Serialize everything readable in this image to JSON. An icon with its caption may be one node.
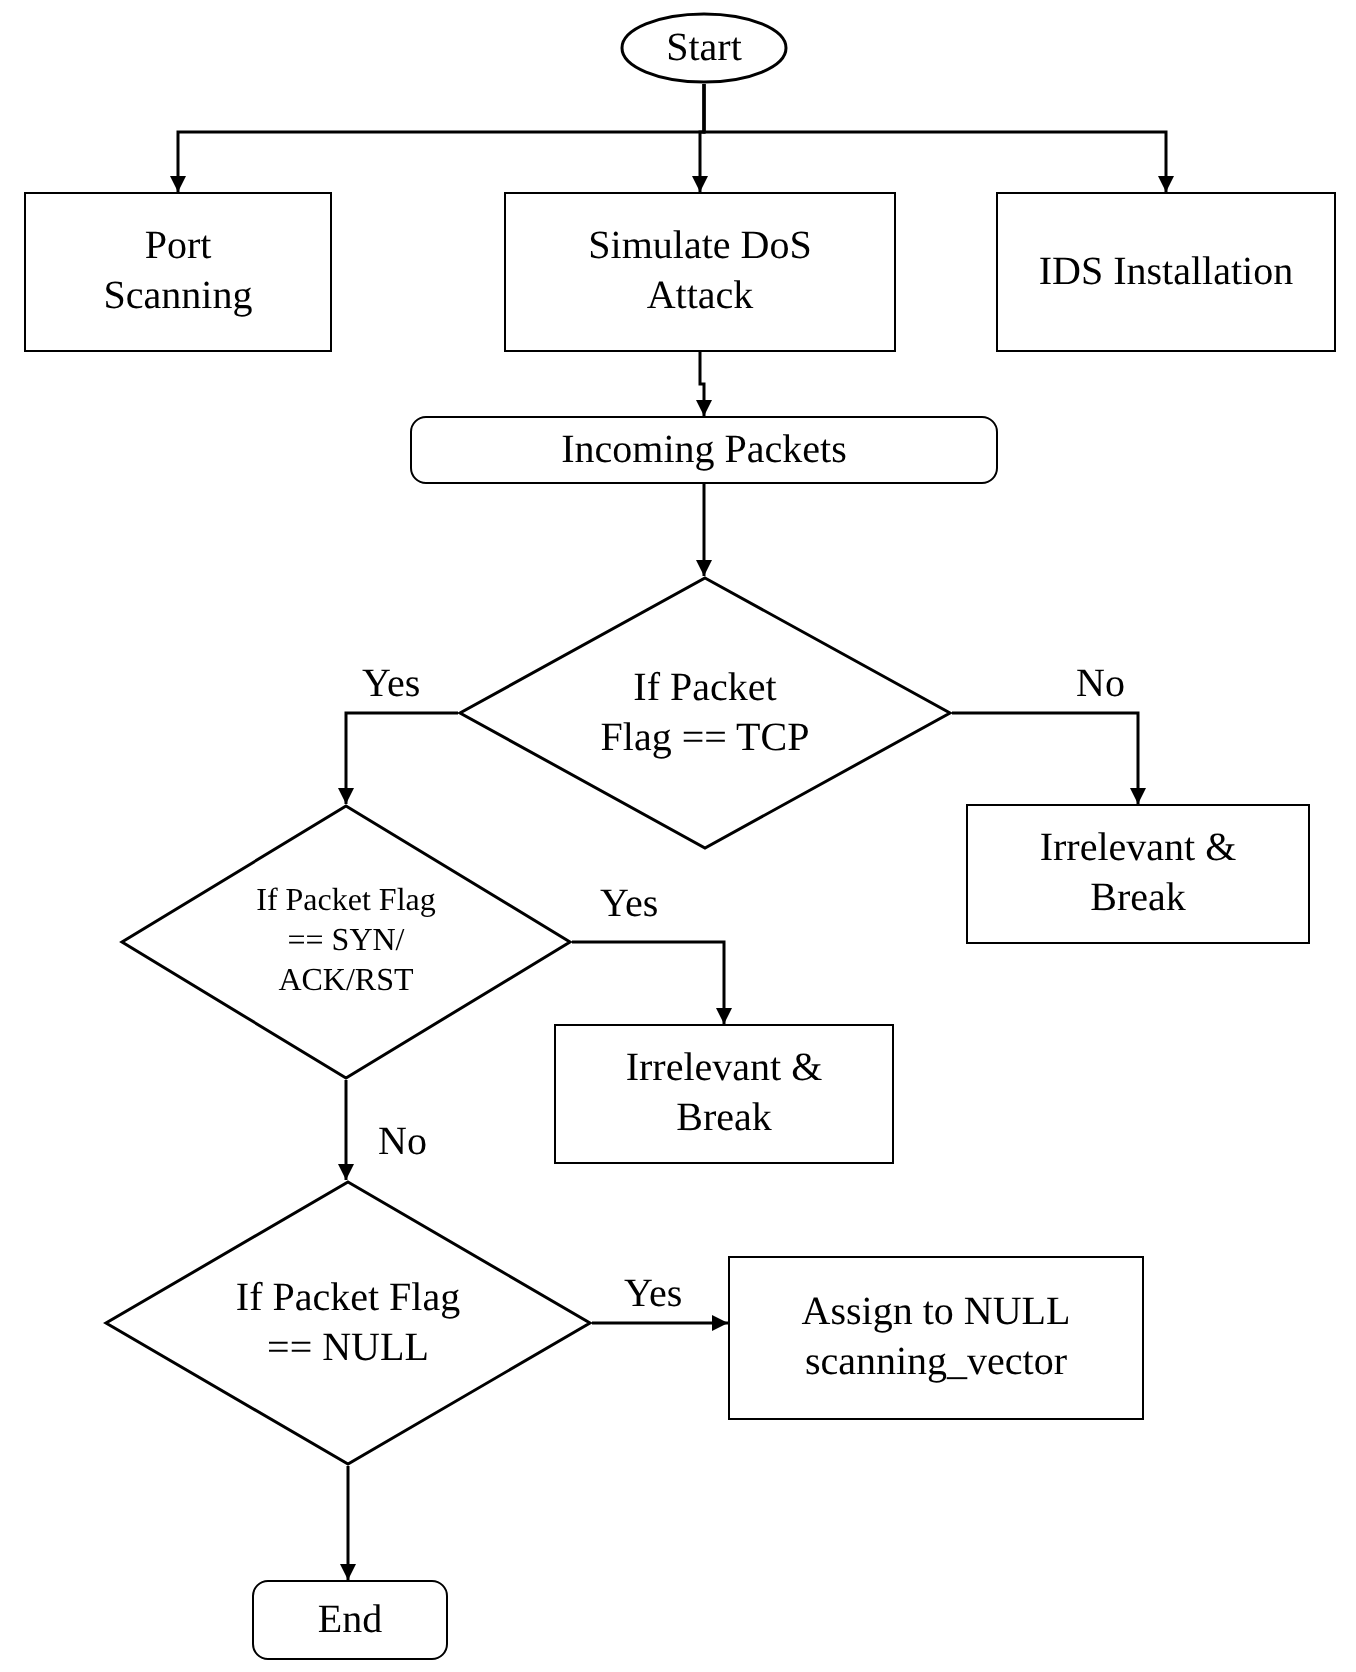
{
  "diagram": {
    "nodes": [
      {
        "text": [
          "Start"
        ]
      },
      {
        "text": [
          "Port Scanning"
        ]
      },
      {
        "text": [
          "Simulate DoS Attack"
        ]
      },
      {
        "text": [
          "IDS Installation"
        ]
      },
      {
        "text": [
          "Incoming Packets"
        ]
      },
      {
        "text": [
          "If Packet Flag == TCP"
        ]
      },
      {
        "text": [
          "Irrelevant & Break"
        ]
      },
      {
        "text": [
          "If Packet Flag == SYN/ ACK/RST"
        ]
      },
      {
        "text": [
          "Irrelevant & Break"
        ]
      },
      {
        "text": [
          "If Packet Flag == NULL"
        ]
      },
      {
        "text": [
          "Assign to NULL scanning_vector"
        ]
      },
      {
        "text": [
          "End"
        ]
      }
    ],
    "edges": [
      {
        "from": 0,
        "to": 1,
        "arrow": "to"
      },
      {
        "from": 0,
        "to": 2,
        "arrow": "to"
      },
      {
        "from": 0,
        "to": 3,
        "arrow": "to"
      },
      {
        "from": 2,
        "to": 4,
        "arrow": "to"
      },
      {
        "from": 4,
        "to": 5,
        "arrow": "to"
      },
      {
        "from": 5,
        "to": 7,
        "arrow": "to",
        "label": "Yes"
      },
      {
        "from": 5,
        "to": 6,
        "arrow": "to",
        "label": "No"
      },
      {
        "from": 7,
        "to": 8,
        "arrow": "to",
        "label": "Yes"
      },
      {
        "from": 7,
        "to": 9,
        "arrow": "to",
        "label": "No"
      },
      {
        "from": 9,
        "to": 10,
        "arrow": "to",
        "label": "Yes"
      },
      {
        "from": 9,
        "to": 11,
        "arrow": "to"
      }
    ]
  }
}
